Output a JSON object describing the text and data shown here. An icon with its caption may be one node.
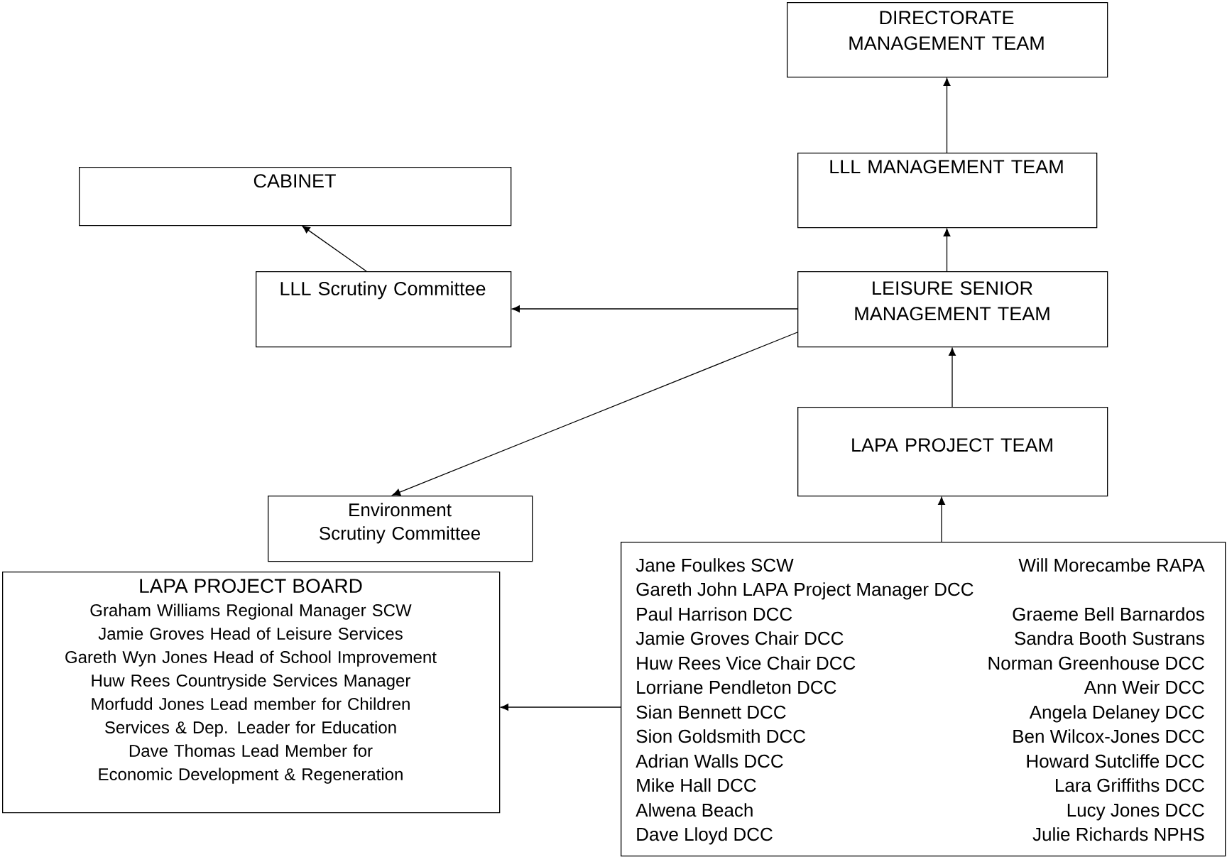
{
  "diagram": {
    "nodes": [
      {
        "text": [
          "DIRECTORATE MANAGEMENT TEAM"
        ]
      },
      {
        "text": [
          "CABINET"
        ]
      },
      {
        "text": [
          "LLL MANAGEMENT TEAM"
        ]
      },
      {
        "text": [
          "LLL Scrutiny Committee"
        ]
      },
      {
        "text": [
          "LEISURE SENIOR MANAGEMENT TEAM"
        ]
      },
      {
        "text": [
          "LAPA PROJECT TEAM"
        ]
      },
      {
        "text": [
          "Environment Scrutiny Committee"
        ]
      },
      {
        "text": [
          "Jane Foulkes SCW",
          "Will Morecambe RAPA",
          "Gareth John LAPA Project Manager DCC",
          "Paul Harrison DCC",
          "Graeme Bell Barnardos",
          "Jamie Groves Chair DCC",
          "Sandra Booth Sustrans",
          "Huw Rees Vice Chair DCC",
          "Norman Greenhouse DCC",
          "Lorriane Pendleton DCC",
          "Ann Weir DCC",
          "Sian Bennett DCC",
          "Angela Delaney DCC",
          "Sion Goldsmith DCC",
          "Ben Wilcox-Jones DCC",
          "Adrian Walls DCC",
          "Howard Sutcliffe DCC",
          "Mike Hall DCC",
          "Lara Griffiths DCC",
          "Alwena Beach",
          "Lucy Jones DCC",
          "Dave Lloyd DCC",
          "Julie Richards NPHS"
        ]
      },
      {
        "text": [
          "LAPA PROJECT BOARD",
          "Graham Williams Regional Manager SCW",
          "Jamie Groves Head of Leisure Services",
          "Gareth Wyn Jones Head of School Improvement",
          "Huw Rees Countryside Services Manager",
          "Morfudd Jones Lead member for Children Services & Dep. Leader for Education",
          "Dave Thomas Lead Member for Economic Development & Regeneration"
        ]
      }
    ],
    "edges": [
      {
        "from": 2,
        "to": 0,
        "arrow": "to"
      },
      {
        "from": 3,
        "to": 1,
        "arrow": "to"
      },
      {
        "from": 4,
        "to": 3,
        "arrow": "to"
      },
      {
        "from": 4,
        "to": 2,
        "arrow": "to"
      },
      {
        "from": 4,
        "to": 6,
        "arrow": "to"
      },
      {
        "from": 5,
        "to": 4,
        "arrow": "to"
      },
      {
        "from": 7,
        "to": 5,
        "arrow": "to"
      },
      {
        "from": 7,
        "to": 8,
        "arrow": "to"
      }
    ]
  }
}
